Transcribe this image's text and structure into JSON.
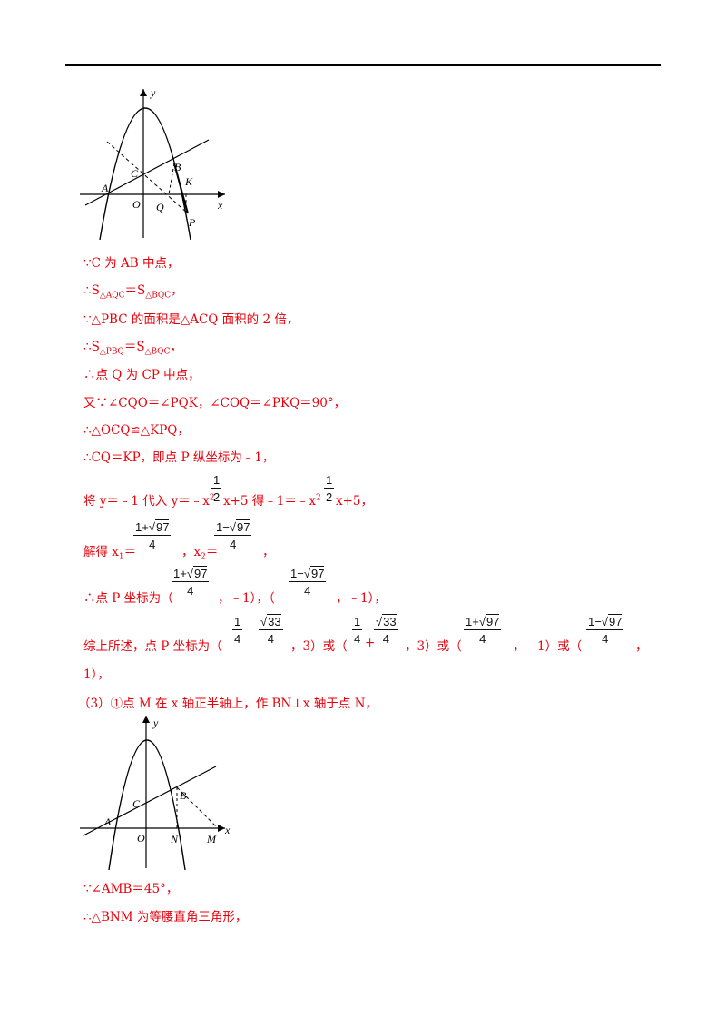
{
  "figure1_labels": {
    "y": "y",
    "x": "x",
    "A": "A",
    "B": "B",
    "C": "C",
    "O": "O",
    "Q": "Q",
    "K": "K",
    "P": "P"
  },
  "figure2_labels": {
    "y": "y",
    "x": "x",
    "A": "A",
    "B": "B",
    "C": "C",
    "O": "O",
    "N": "N",
    "M": "M"
  },
  "lines": {
    "l1": "∵C 为 AB 中点，",
    "l2": "∴S△AQC＝S△BQC，",
    "l3": "∵△PBC 的面积是△ACQ 面积的 2 倍，",
    "l4": "∴S△PBQ＝S△BQC，",
    "l5": "∴点 Q 为 CP 中点，",
    "l6": "又∵∠CQO＝∠PQK，∠COQ＝∠PKQ＝90°，",
    "l7": "∴△OCQ≌△KPQ，",
    "l8": "∴CQ＝KP，即点 P 纵坐标为﹣1，",
    "l9a": "将 y＝﹣1 代入 y＝﹣x",
    "l9b": "x+5 得﹣1＝﹣x",
    "l9c": "x+5，",
    "l10a": "解得 x",
    "l10b": "＝",
    "l10c": "，x",
    "l10d": "＝",
    "l10e": "，",
    "l11a": "∴点 P 坐标为（",
    "l11b": "，﹣1），（",
    "l11c": "，﹣1），",
    "l12a": "综上所述，点 P 坐标为（",
    "l12b": "﹣",
    "l12c": "，3）或（",
    "l12d": "+",
    "l12e": "，3）或（",
    "l12f": "，﹣1）或（",
    "l12g": "，﹣",
    "l13": "1），",
    "l14": "（3）①点 M 在 x 轴正半轴上，作 BN⊥x 轴于点 N，",
    "l15": "∵∠AMB＝45°，",
    "l16": "∴△BNM 为等腰直角三角形，"
  },
  "math": {
    "half_num": "1",
    "half_den": "2",
    "quarter_num": "1",
    "quarter_den": "4",
    "plus_num": "1+",
    "minus_num": "1−",
    "root97": "97",
    "root33": "33",
    "den4": "4",
    "sub1": "1",
    "sub2": "2",
    "sq": "2",
    "sub_aqc": "△AQC",
    "sub_bqc": "△BQC",
    "sub_pbq": "△PBQ"
  }
}
